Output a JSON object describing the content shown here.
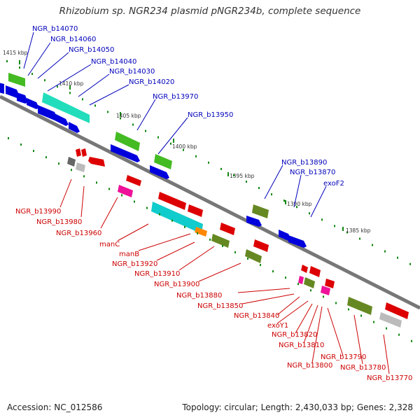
{
  "title": "Rhizobium sp. NGR234 plasmid pNGR234b, complete sequence",
  "footer": {
    "accession": "Accession: NC_012586",
    "summary": "Topology: circular; Length: 2,430,033 bp; Genes: 2,328"
  },
  "ticks": [
    "1415 kbp",
    "1410 kbp",
    "1405 kbp",
    "1400 kbp",
    "1395 kbp",
    "1390 kbp",
    "1385 kbp"
  ],
  "upper_labels": [
    "NGR_b14070",
    "NGR_b14060",
    "NGR_b14050",
    "NGR_b14040",
    "NGR_b14030",
    "NGR_b14020",
    "NGR_b13970",
    "NGR_b13950",
    "NGR_b13890",
    "NGR_b13870",
    "exoF2"
  ],
  "lower_labels": [
    "NGR_b13990",
    "NGR_b13980",
    "NGR_b13960",
    "manC",
    "manB",
    "NGR_b13920",
    "NGR_b13910",
    "NGR_b13900",
    "NGR_b13880",
    "NGR_b13850",
    "NGR_b13840",
    "exoY1",
    "NGR_b13820",
    "NGR_b13810",
    "NGR_b13800",
    "NGR_b13790",
    "NGR_b13780",
    "NGR_b13770"
  ],
  "colors": {
    "backbone": "#777777",
    "forward_genes": "#0000dd",
    "reverse_genes": "#dd0000",
    "rna_genes": "#66aa22",
    "teal_genes": "#22ccbb",
    "magenta_genes": "#dd1199",
    "olive_genes": "#668822",
    "grey_genes": "#aaaaaa",
    "gc_dots": "#118811"
  }
}
